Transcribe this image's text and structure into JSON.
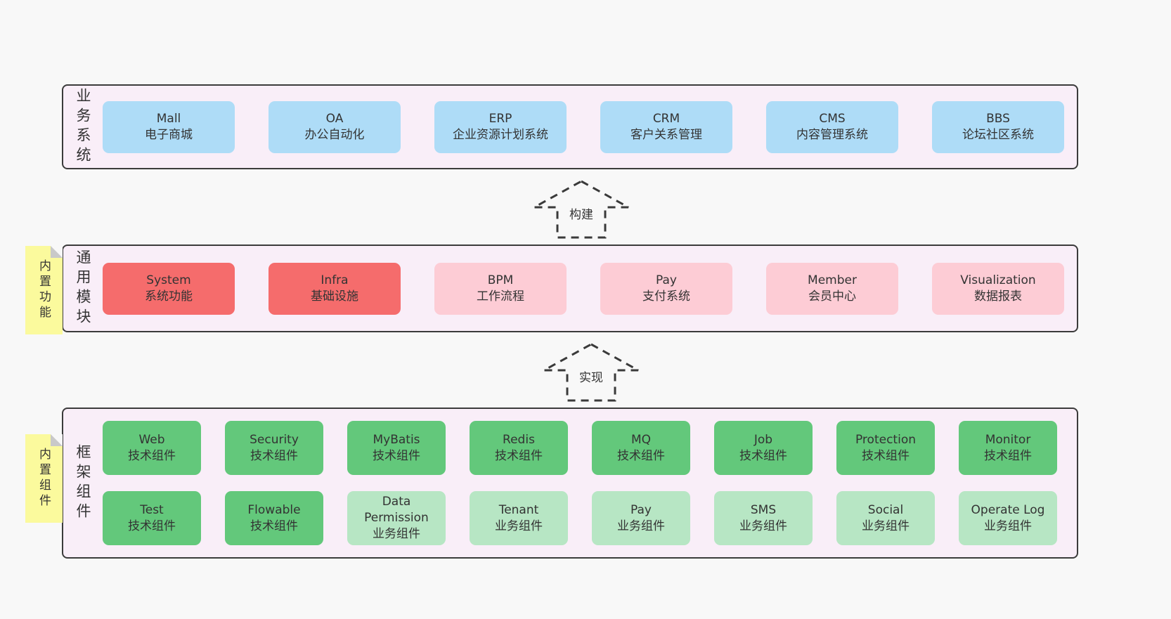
{
  "colors": {
    "bg": "#f8f8f8",
    "panel": "#f9eef8",
    "border": "#3b3b3b",
    "text": "#333333",
    "blue": "#aedcf7",
    "red": "#f56c6c",
    "pink": "#fdccd5",
    "green": "#63c87b",
    "green-light": "#b7e6c4",
    "yellow": "#fbfa9d",
    "fold": "#c9c9c9"
  },
  "arrows": [
    {
      "label": "构建"
    },
    {
      "label": "实现"
    }
  ],
  "sections": [
    {
      "id": "business-systems",
      "label": "业务系统",
      "boxes": [
        {
          "title": "Mall",
          "subtitle": "电子商城"
        },
        {
          "title": "OA",
          "subtitle": "办公自动化"
        },
        {
          "title": "ERP",
          "subtitle": "企业资源计划系统"
        },
        {
          "title": "CRM",
          "subtitle": "客户关系管理"
        },
        {
          "title": "CMS",
          "subtitle": "内容管理系统"
        },
        {
          "title": "BBS",
          "subtitle": "论坛社区系统"
        }
      ]
    },
    {
      "id": "common-modules",
      "label": "通用模块",
      "note": "内置功能",
      "boxes": [
        {
          "title": "System",
          "subtitle": "系统功能"
        },
        {
          "title": "Infra",
          "subtitle": "基础设施"
        },
        {
          "title": "BPM",
          "subtitle": "工作流程"
        },
        {
          "title": "Pay",
          "subtitle": "支付系统"
        },
        {
          "title": "Member",
          "subtitle": "会员中心"
        },
        {
          "title": "Visualization",
          "subtitle": "数据报表"
        }
      ]
    },
    {
      "id": "framework-components",
      "label": "框架组件",
      "note": "内置组件",
      "rows": [
        [
          {
            "title": "Web",
            "subtitle": "技术组件"
          },
          {
            "title": "Security",
            "subtitle": "技术组件"
          },
          {
            "title": "MyBatis",
            "subtitle": "技术组件"
          },
          {
            "title": "Redis",
            "subtitle": "技术组件"
          },
          {
            "title": "MQ",
            "subtitle": "技术组件"
          },
          {
            "title": "Job",
            "subtitle": "技术组件"
          },
          {
            "title": "Protection",
            "subtitle": "技术组件"
          },
          {
            "title": "Monitor",
            "subtitle": "技术组件"
          }
        ],
        [
          {
            "title": "Test",
            "subtitle": "技术组件"
          },
          {
            "title": "Flowable",
            "subtitle": "技术组件"
          },
          {
            "title": "Data Permission",
            "subtitle": "业务组件"
          },
          {
            "title": "Tenant",
            "subtitle": "业务组件"
          },
          {
            "title": "Pay",
            "subtitle": "业务组件"
          },
          {
            "title": "SMS",
            "subtitle": "业务组件"
          },
          {
            "title": "Social",
            "subtitle": "业务组件"
          },
          {
            "title": "Operate Log",
            "subtitle": "业务组件"
          }
        ]
      ]
    }
  ]
}
